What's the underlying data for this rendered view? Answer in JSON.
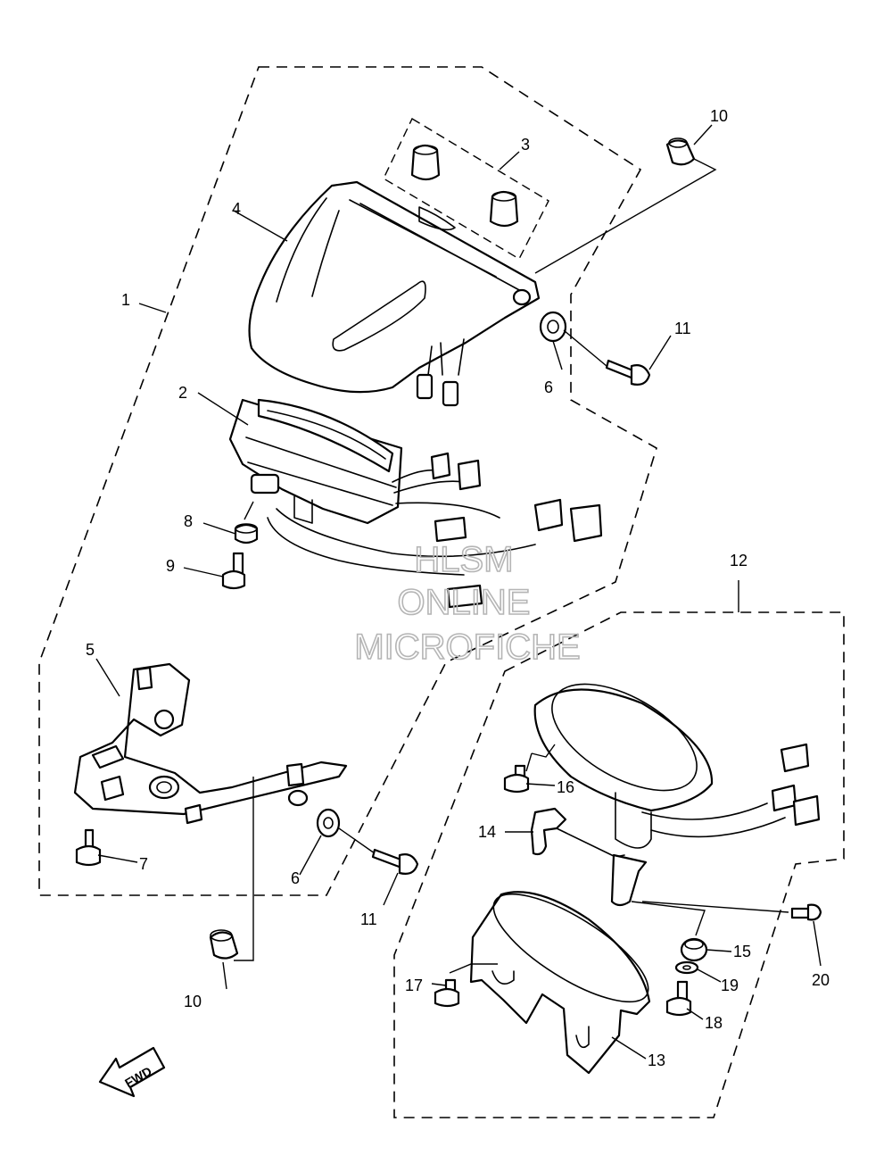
{
  "callouts": {
    "c1": "1",
    "c2": "2",
    "c3": "3",
    "c4": "4",
    "c5": "5",
    "c6a": "6",
    "c6b": "6",
    "c7": "7",
    "c8": "8",
    "c9": "9",
    "c10a": "10",
    "c10b": "10",
    "c11a": "11",
    "c11b": "11",
    "c12": "12",
    "c13": "13",
    "c14": "14",
    "c15": "15",
    "c16": "16",
    "c17": "17",
    "c18": "18",
    "c19": "19",
    "c20": "20"
  },
  "watermark": {
    "line1": "HLSM",
    "line2": "ONLINE",
    "line3": "MICROFICHE"
  },
  "fwd_label": "FWD"
}
